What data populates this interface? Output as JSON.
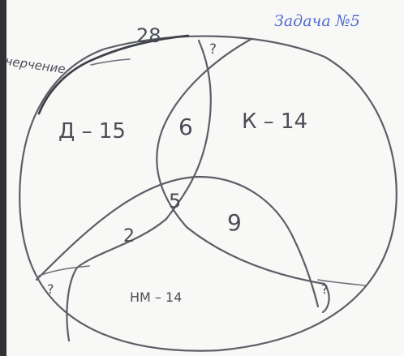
{
  "heading": "Задача №5",
  "side_note": "черчение",
  "total": "28",
  "sets": {
    "d": "Д – 15",
    "k": "К – 14",
    "nm": "НМ – 14"
  },
  "regions": {
    "d_k": "6",
    "d_k_nm": "5",
    "d_nm": "2",
    "k_nm": "9"
  },
  "unknowns": {
    "top": "?",
    "left": "?",
    "right": "?"
  }
}
